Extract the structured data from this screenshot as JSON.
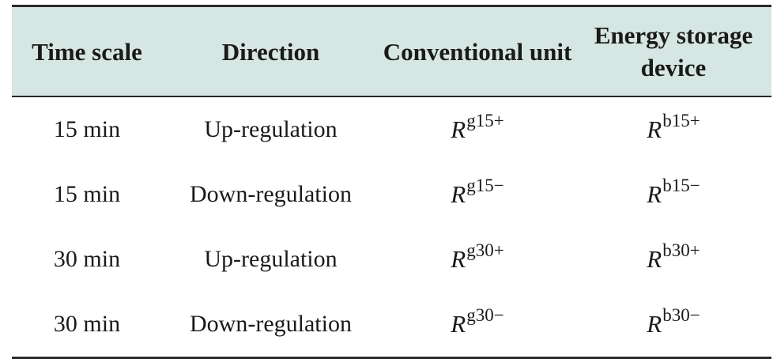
{
  "headers": [
    "Time scale",
    "Direction",
    "Conventional unit",
    "Energy storage device"
  ],
  "rows": [
    {
      "time_scale": "15 min",
      "direction": "Up-regulation",
      "conv_symbol": "R",
      "conv_sup": "g15+",
      "ess_symbol": "R",
      "ess_sup": "b15+"
    },
    {
      "time_scale": "15 min",
      "direction": "Down-regulation",
      "conv_symbol": "R",
      "conv_sup": "g15−",
      "ess_symbol": "R",
      "ess_sup": "b15−"
    },
    {
      "time_scale": "30 min",
      "direction": "Up-regulation",
      "conv_symbol": "R",
      "conv_sup": "g30+",
      "ess_symbol": "R",
      "ess_sup": "b30+"
    },
    {
      "time_scale": "30 min",
      "direction": "Down-regulation",
      "conv_symbol": "R",
      "conv_sup": "g30−",
      "ess_symbol": "R",
      "ess_sup": "b30−"
    }
  ]
}
